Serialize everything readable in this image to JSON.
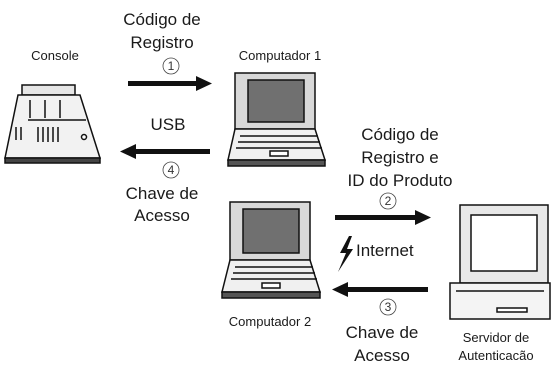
{
  "devices": {
    "console": "Console",
    "computer1": "Computador 1",
    "computer2": "Computador 2",
    "server_line1": "Servidor de",
    "server_line2": "Autenticacão"
  },
  "steps": {
    "step1": {
      "number": "1",
      "line1": "Código de",
      "line2": "Registro"
    },
    "step2": {
      "number": "2",
      "line1": "Código de",
      "line2": "Registro e",
      "line3": "ID do Produto"
    },
    "step3": {
      "number": "3",
      "line1": "Chave de",
      "line2": "Acesso"
    },
    "step4": {
      "number": "4",
      "line1": "Chave de",
      "line2": "Acesso"
    }
  },
  "connections": {
    "usb": "USB",
    "internet": "Internet"
  }
}
